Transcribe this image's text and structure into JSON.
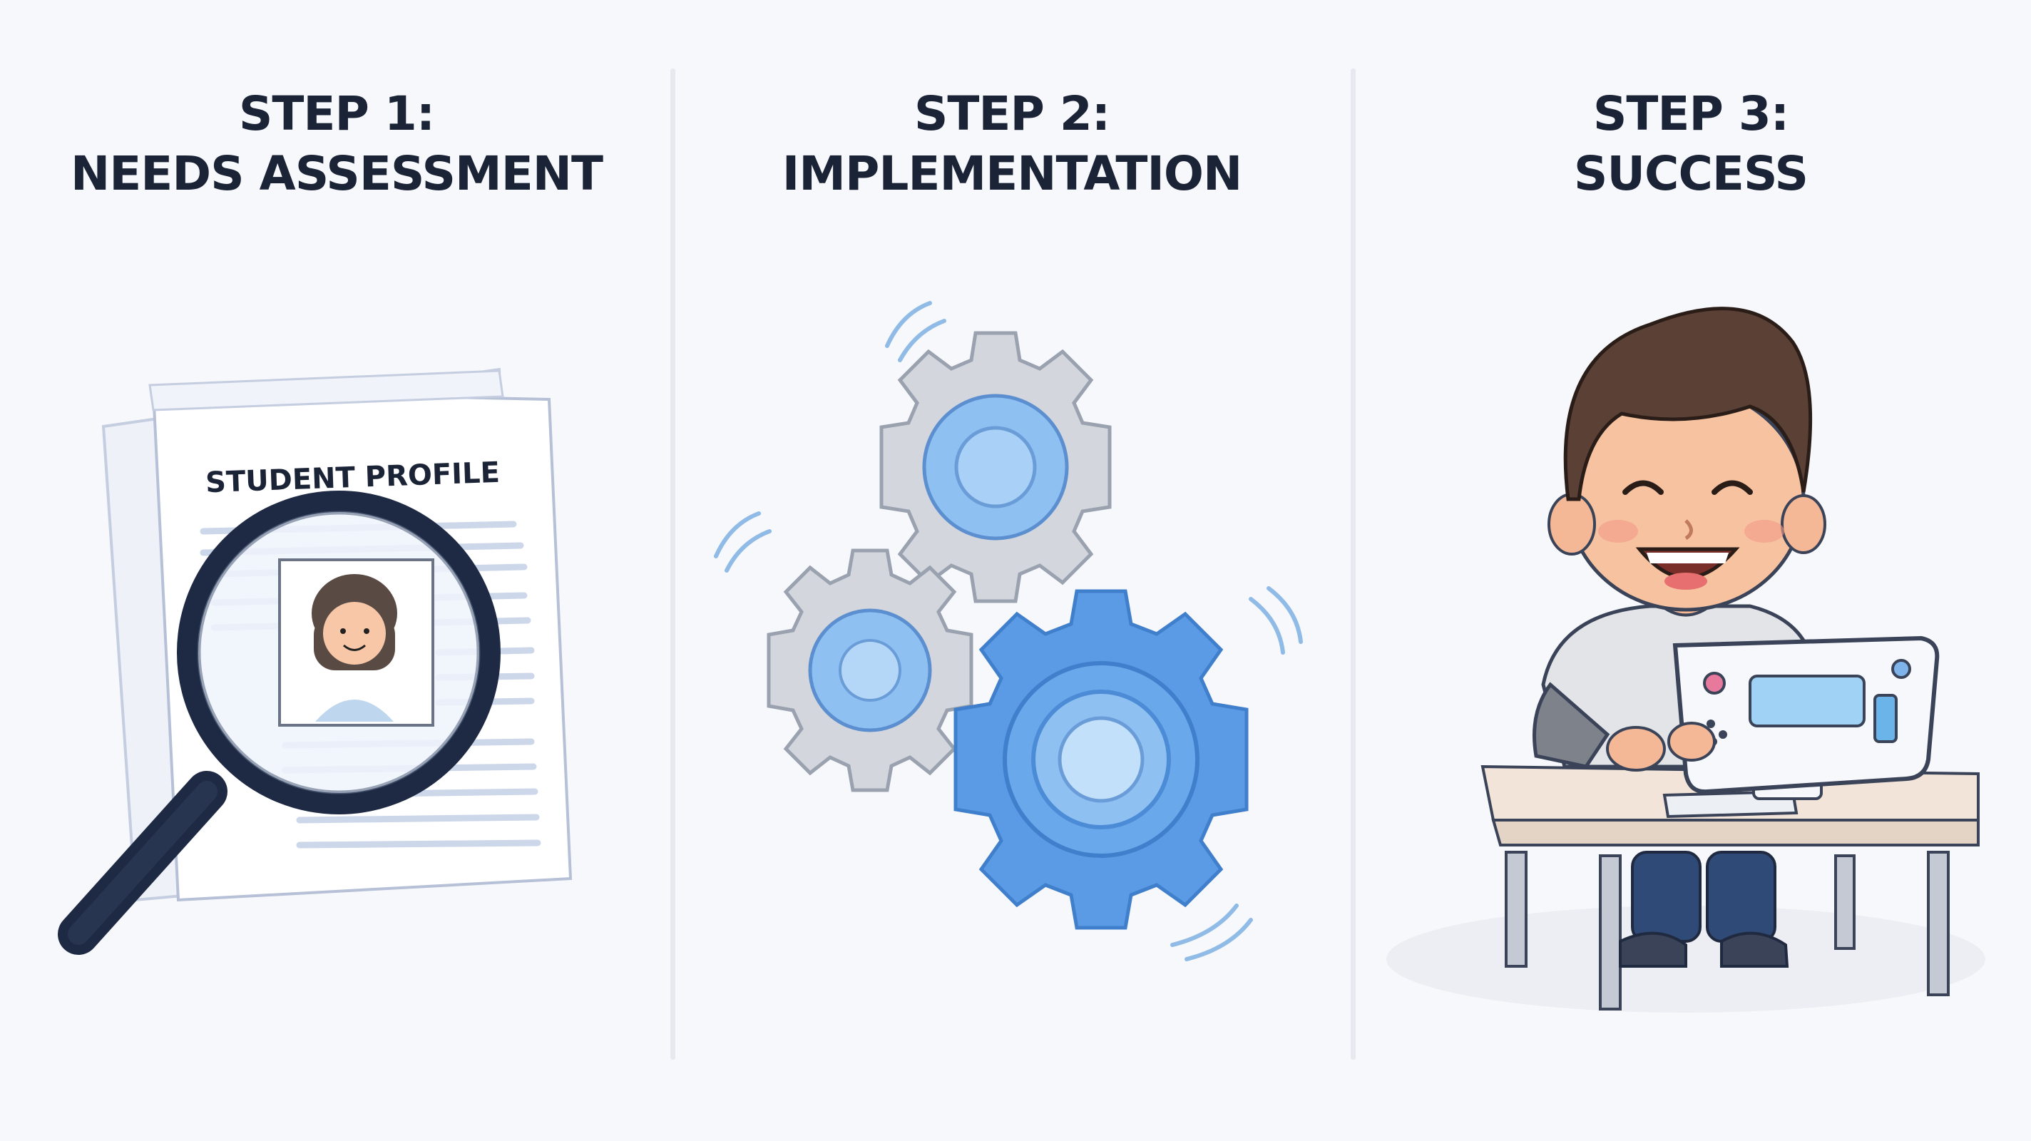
{
  "steps": [
    {
      "number_label": "STEP 1:",
      "title": "NEEDS ASSESSMENT",
      "document_heading": "STUDENT PROFILE",
      "icons": [
        "document-icon",
        "magnifying-glass-icon",
        "student-photo-icon"
      ]
    },
    {
      "number_label": "STEP 2:",
      "title": "IMPLEMENTATION",
      "icons": [
        "gear-icon",
        "gear-icon",
        "gear-icon"
      ]
    },
    {
      "number_label": "STEP 3:",
      "title": "SUCCESS",
      "icons": [
        "smiling-student-icon",
        "desk-icon",
        "tablet-device-icon"
      ]
    }
  ],
  "colors": {
    "title_text": "#1b2337",
    "gear_grey": "#cfd3da",
    "gear_blue": "#5b9be6",
    "hub_blue": "#8ec0f2",
    "background": "#f7f8fb"
  }
}
